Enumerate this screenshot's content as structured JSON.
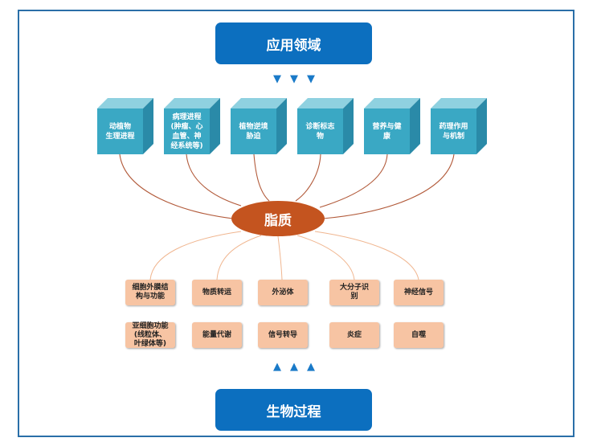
{
  "top_banner": "应用领域",
  "bottom_banner": "生物过程",
  "center": "脂质",
  "arrow_glyph_down": "▼",
  "arrow_glyph_up": "▲",
  "applications": [
    "动植物\n生理进程",
    "病理进程\n(肿瘤、心\n血管、神\n经系统等)",
    "植物逆境\n胁迫",
    "诊断标志\n物",
    "营养与健\n康",
    "药理作用\n与机制"
  ],
  "processes_row1": [
    "细胞外膜结\n构与功能",
    "物质转运",
    "外泌体",
    "大分子识\n别",
    "神经信号"
  ],
  "processes_row2": [
    "亚细胞功能\n(线粒体、\n叶绿体等)",
    "能量代谢",
    "信号转导",
    "炎症",
    "自噬"
  ],
  "colors": {
    "banner": "#0c6fbf",
    "cube_front": "#3aa8c4",
    "hub": "#c4541f",
    "box": "#f7c4a3",
    "upper_links": "#b25a3a",
    "lower_links": "#f0b690"
  }
}
